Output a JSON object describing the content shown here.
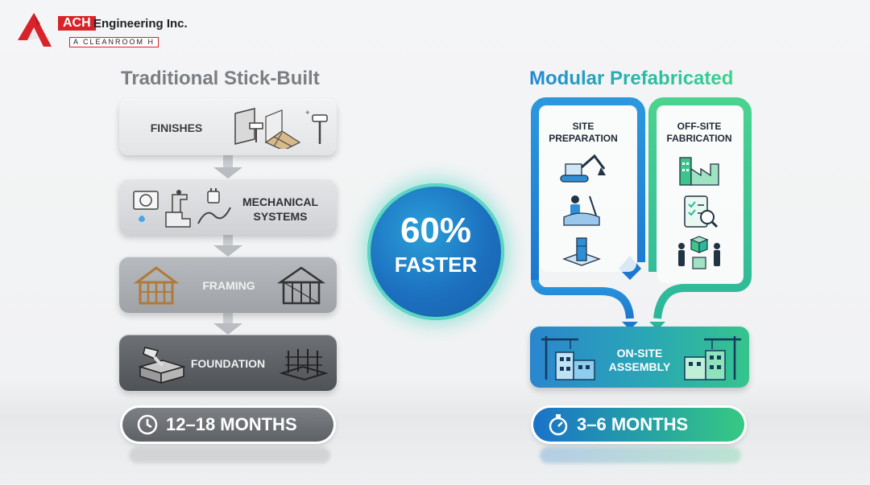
{
  "logo": {
    "abbr": "ACH",
    "name": "Engineering Inc.",
    "tagline": "A CLEANROOM H"
  },
  "left": {
    "title": "Traditional Stick-Built",
    "stages": [
      {
        "label": "FINISHES"
      },
      {
        "label": "MECHANICAL\nSYSTEMS"
      },
      {
        "label": "FRAMING"
      },
      {
        "label": "FOUNDATION"
      }
    ],
    "duration": "12–18 MONTHS"
  },
  "center": {
    "percent": "60%",
    "word": "FASTER"
  },
  "right": {
    "title": "Modular Prefabricated",
    "tracks": [
      {
        "label": "SITE\nPREPARATION"
      },
      {
        "label": "OFF-SITE\nFABRICATION"
      }
    ],
    "assembly": "ON-SITE\nASSEMBLY",
    "duration": "3–6 MONTHS"
  },
  "colors": {
    "brand_red": "#d8232a",
    "blue": "#1f86d8",
    "green": "#3dd48a",
    "gray": "#7b7e83"
  },
  "icons": [
    "paint-roller-icon",
    "tile-floor-icon",
    "ac-unit-icon",
    "faucet-icon",
    "plug-icon",
    "wood-frame-house-icon",
    "steel-frame-house-icon",
    "concrete-pour-icon",
    "rebar-cage-icon",
    "excavator-icon",
    "surveyor-icon",
    "concrete-column-icon",
    "factory-icon",
    "checklist-icon",
    "workers-cubes-icon",
    "crane-building-icon",
    "stopwatch-icon",
    "clock-icon"
  ]
}
